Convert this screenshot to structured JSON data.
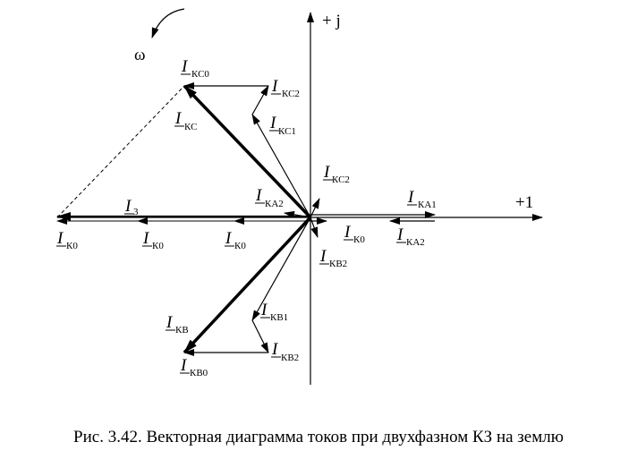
{
  "axes": {
    "x_label": "+1",
    "y_label": "+ j"
  },
  "rotation_label": "ω",
  "labels": {
    "ikc0": {
      "main": "I",
      "sub": "КС0"
    },
    "ikc2_top": {
      "main": "I",
      "sub": "КС2"
    },
    "ikc": {
      "main": "I",
      "sub": "КС"
    },
    "ikc1": {
      "main": "I",
      "sub": "КС1"
    },
    "ikc2_small": {
      "main": "I",
      "sub": "КС2"
    },
    "ika2_left": {
      "main": "I",
      "sub": "КА2"
    },
    "ika1": {
      "main": "I",
      "sub": "КА1"
    },
    "i3": {
      "main": "I",
      "sub": "3"
    },
    "ik0_1": {
      "main": "I",
      "sub": "К0"
    },
    "ik0_2": {
      "main": "I",
      "sub": "К0"
    },
    "ik0_3": {
      "main": "I",
      "sub": "К0"
    },
    "ik0_4": {
      "main": "I",
      "sub": "К0"
    },
    "ika2_right": {
      "main": "I",
      "sub": "КА2"
    },
    "ikb2_small": {
      "main": "I",
      "sub": "КВ2"
    },
    "ikb1": {
      "main": "I",
      "sub": "КВ1"
    },
    "ikb": {
      "main": "I",
      "sub": "КВ"
    },
    "ikb0": {
      "main": "I",
      "sub": "КВ0"
    },
    "ikb2_bottom": {
      "main": "I",
      "sub": "КВ2"
    }
  },
  "caption": "Рис. 3.42. Векторная диаграмма токов при двухфазном КЗ на землю"
}
